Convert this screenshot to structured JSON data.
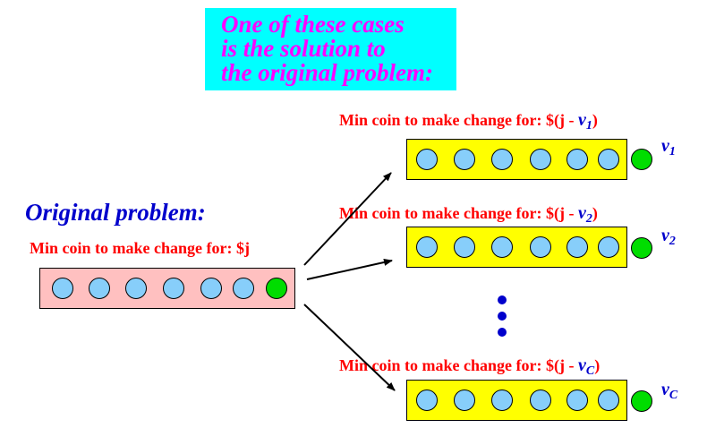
{
  "callout": {
    "line1": "One of these cases",
    "line2": "is the solution to",
    "line3": "the original problem:"
  },
  "original": {
    "heading": "Original problem:",
    "label": "Min coin to make change for: $j"
  },
  "cases": [
    {
      "label_prefix": "Min coin to make change for: $(j - ",
      "v": "v",
      "sub": "1",
      "label_suffix": ")"
    },
    {
      "label_prefix": "Min coin to make change for: $(j - ",
      "v": "v",
      "sub": "2",
      "label_suffix": ")"
    },
    {
      "label_prefix": "Min coin to make change for: $(j - ",
      "v": "v",
      "sub": "C",
      "label_suffix": ")"
    }
  ],
  "colors": {
    "callout_bg": "#00ffff",
    "callout_text": "#ff00ff",
    "heading_text": "#0000cc",
    "label_text": "#ff0000",
    "original_box": "#ffc0c0",
    "case_box": "#ffff00",
    "coin": "#87cefa",
    "coin_selected": "#00dd00"
  }
}
